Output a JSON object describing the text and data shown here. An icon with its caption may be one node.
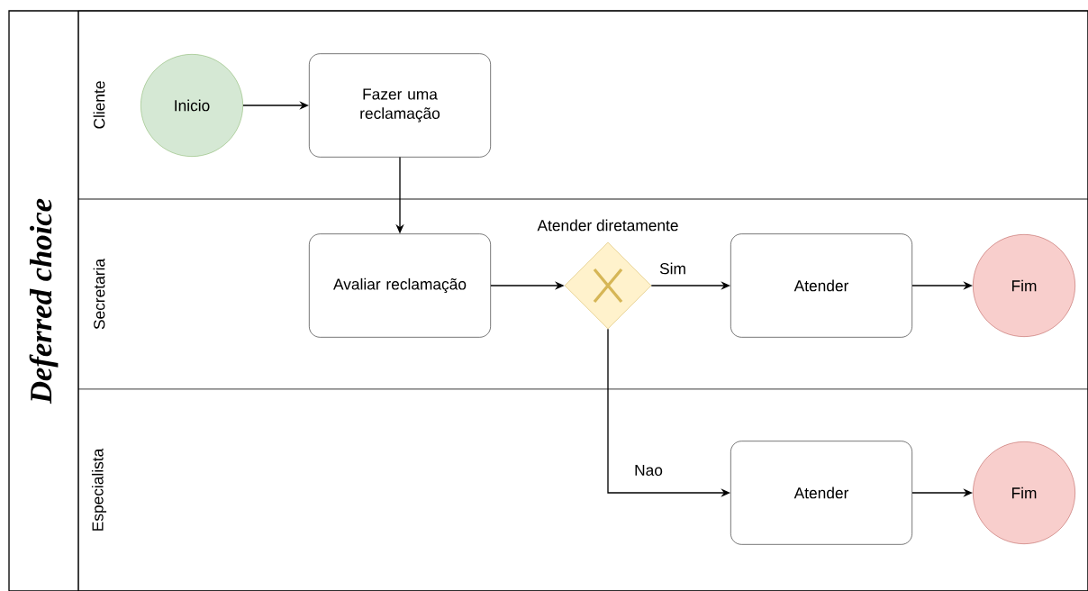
{
  "diagram": {
    "nodes": [
      {
        "text": [
          "Deferred choice"
        ]
      },
      {
        "text": [
          "Cliente"
        ],
        "in": 0
      },
      {
        "text": [
          "Secretaria"
        ],
        "in": 0
      },
      {
        "text": [
          "Especialista"
        ],
        "in": 0
      },
      {
        "text": [
          "Inicio"
        ],
        "in": 1
      },
      {
        "text": [
          "Fazer uma reclamação"
        ],
        "in": 1
      },
      {
        "text": [
          "Avaliar reclamação"
        ],
        "in": 2
      },
      {
        "text": [
          "Atender diretamente"
        ],
        "in": 2
      },
      {
        "text": [
          "Atender"
        ],
        "in": 2
      },
      {
        "text": [
          "Fim"
        ],
        "in": 2
      },
      {
        "text": [
          "Atender"
        ],
        "in": 3
      },
      {
        "text": [
          "Fim"
        ],
        "in": 3
      }
    ],
    "edges": [
      {
        "from": 4,
        "to": 5,
        "arrow": "to"
      },
      {
        "from": 5,
        "to": 6,
        "arrow": "to"
      },
      {
        "from": 6,
        "to": 7,
        "arrow": "to"
      },
      {
        "from": 7,
        "to": 8,
        "arrow": "to",
        "label": "Sim"
      },
      {
        "from": 8,
        "to": 9,
        "arrow": "to"
      },
      {
        "from": 7,
        "to": 10,
        "arrow": "to",
        "label": "Nao"
      },
      {
        "from": 10,
        "to": 11,
        "arrow": "to"
      }
    ]
  }
}
